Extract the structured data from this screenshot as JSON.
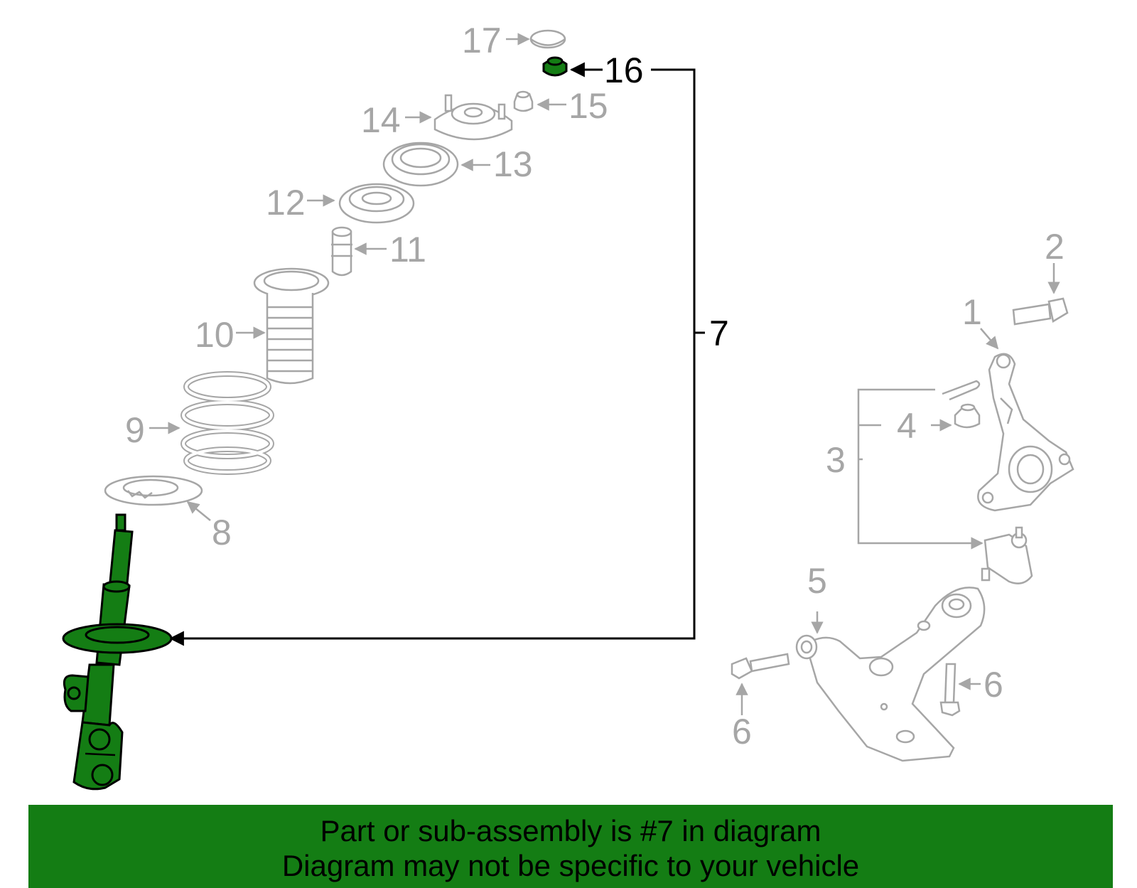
{
  "colors": {
    "highlight": "#147d14",
    "parts": "#a6a6a6",
    "leader_highlight": "#000000"
  },
  "callouts": {
    "c1": "1",
    "c2": "2",
    "c3": "3",
    "c4": "4",
    "c5": "5",
    "c6a": "6",
    "c6b": "6",
    "c7": "7",
    "c8": "8",
    "c9": "9",
    "c10": "10",
    "c11": "11",
    "c12": "12",
    "c13": "13",
    "c14": "14",
    "c15": "15",
    "c16": "16",
    "c17": "17"
  },
  "highlighted_callouts": [
    "7",
    "16"
  ],
  "banner": {
    "line1": "Part or sub-assembly is #7 in diagram",
    "line2": "Diagram may not be specific to your vehicle"
  }
}
